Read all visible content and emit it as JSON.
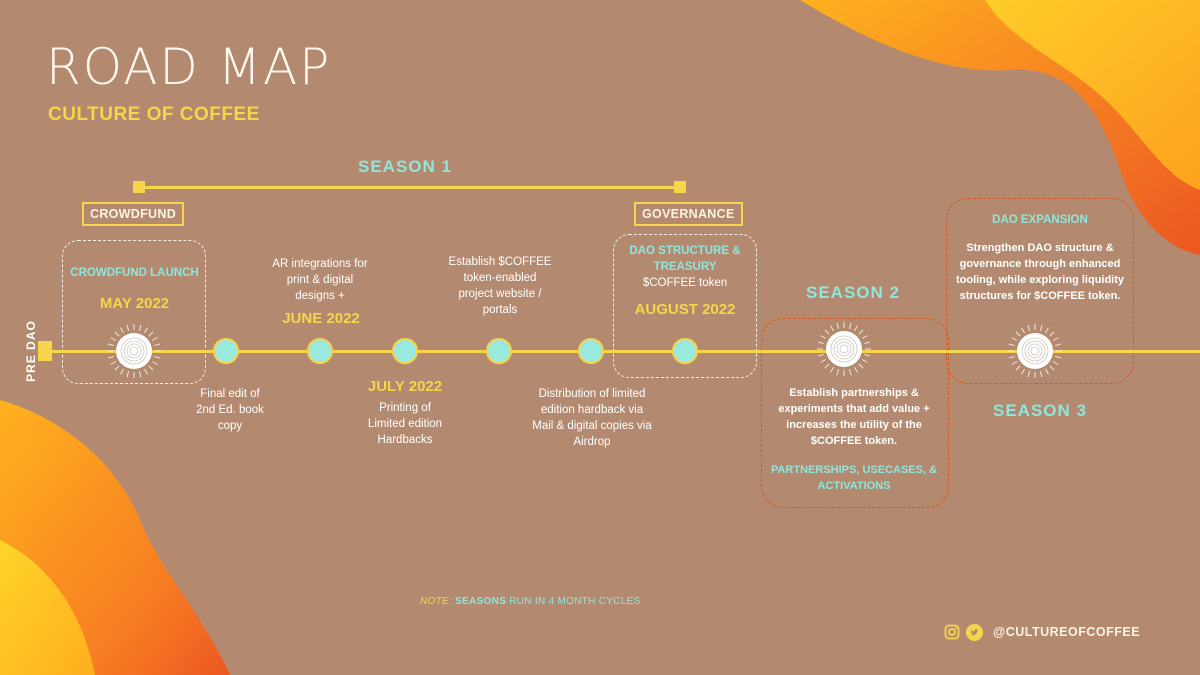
{
  "title": "ROAD MAP",
  "subtitle": "CULTURE OF COFFEE",
  "season1": "SEASON 1",
  "season2": "SEASON 2",
  "season3": "SEASON 3",
  "pre_dao": "PRE DAO",
  "crowdfund_label": "CROWDFUND",
  "governance_label": "GOVERNANCE",
  "crowdfund_launch": "CROWDFUND LAUNCH",
  "may": "MAY 2022",
  "final_edit": "Final edit of 2nd Ed. book copy",
  "ar_integrations": "AR integrations for print & digital designs +",
  "june": "JUNE 2022",
  "july": "JULY 2022",
  "printing": "Printing of Limited edition Hardbacks",
  "establish_token": "Establish $COFFEE token-enabled project website / portals",
  "distribution": "Distribution of limited edition hardback via Mail & digital copies via Airdrop",
  "dao_structure": "DAO STRUCTURE & TREASURY",
  "coffee_token": "$COFFEE token",
  "august": "AUGUST 2022",
  "partnerships_text": "Establish partnerships & experiments that add value  + increases the utility of the $COFFEE token.",
  "partnerships_title": "PARTNERSHIPS, USECASES, & ACTIVATIONS",
  "dao_expansion": "DAO EXPANSION",
  "dao_expansion_text": "Strengthen DAO structure & governance through enhanced tooling, while exploring liquidity structures for $COFFEE token.",
  "note": {
    "prefix": "NOTE:",
    "highlight": "SEASONS",
    "rest": "RUN IN 4 MONTH CYCLES"
  },
  "social": {
    "handle": "@CULTUREOFCOFFEE",
    "icons": [
      "instagram-icon",
      "twitter-icon"
    ]
  },
  "colors": {
    "background": "#b38a6f",
    "yellow": "#f6d54a",
    "cyan": "#8fe6dd",
    "orange": "#d9571d"
  }
}
